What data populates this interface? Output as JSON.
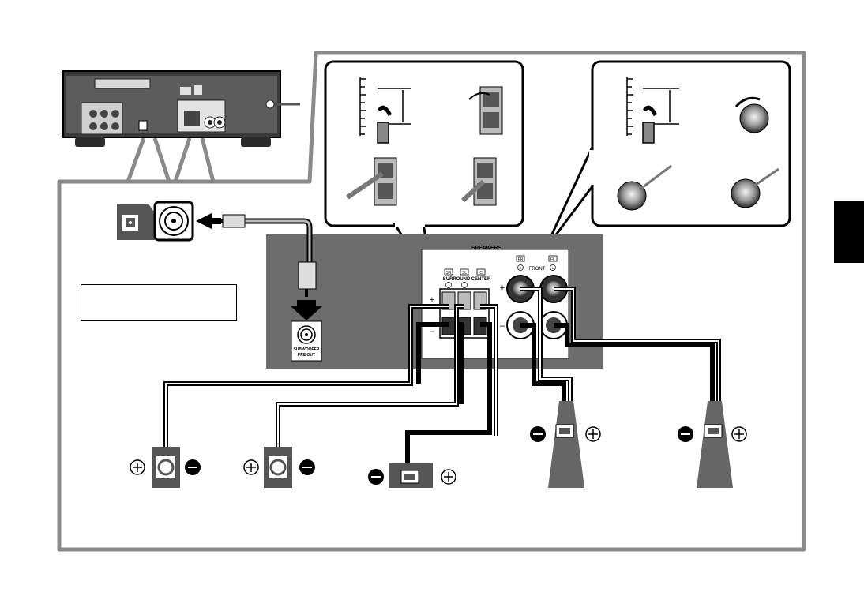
{
  "diagram": {
    "language_tab_color": "#000000",
    "panel_color": "#6d6d6d",
    "frame_color": "#8a8a8a",
    "speaker_block_label": "SPEAKERS",
    "front_label": "FRONT",
    "surround_label": "SURROUND",
    "center_label": "CENTER",
    "sr_badge": "SR",
    "sl_badge": "SL",
    "c_badge": "C",
    "fr_badge": "FR",
    "fl_badge": "FL",
    "r_mark": "R",
    "l_mark": "L",
    "plus_sign": "+",
    "minus_sign": "–",
    "subwoofer_label_line1": "SUBWOOFER",
    "subwoofer_label_line2": "PRE OUT"
  }
}
